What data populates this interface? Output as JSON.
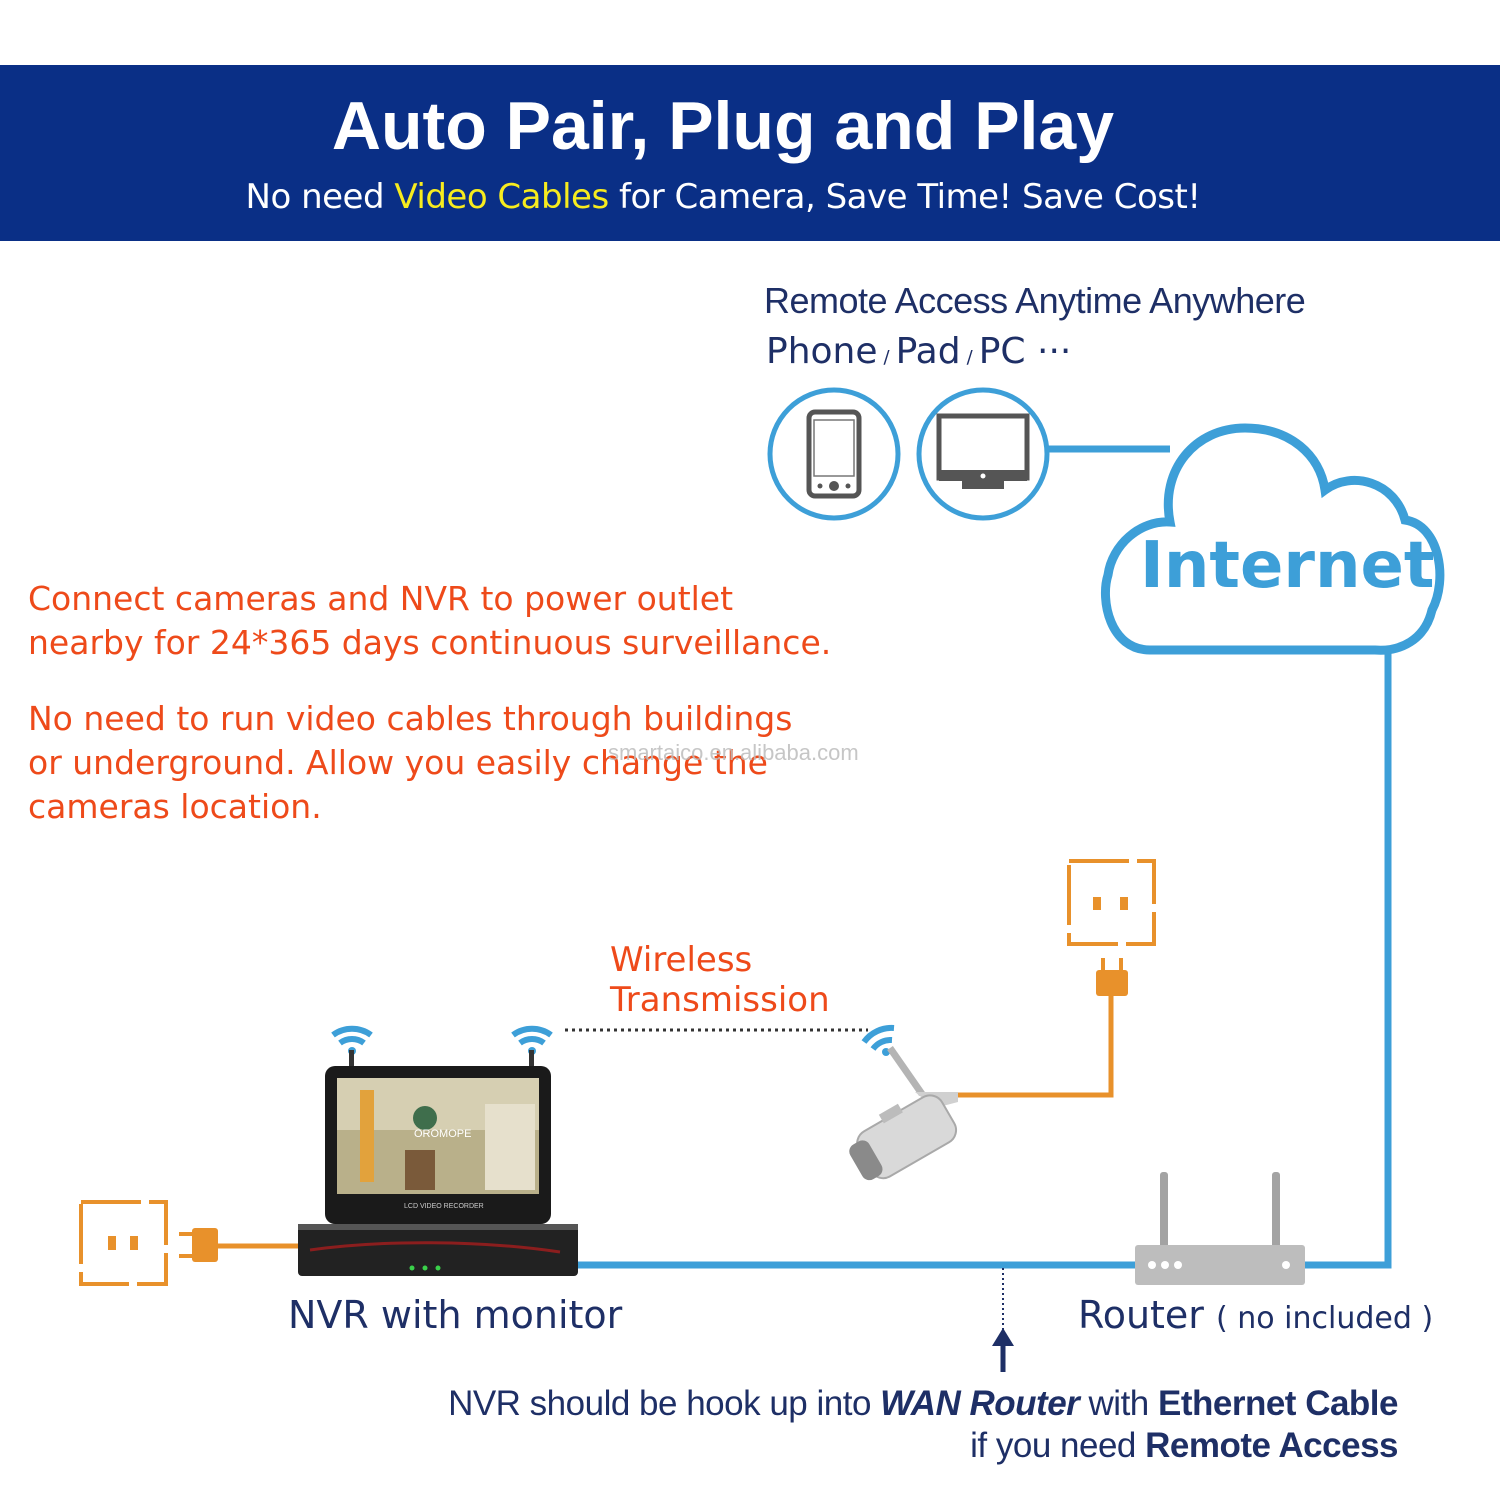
{
  "banner": {
    "title": "Auto Pair, Plug and Play",
    "subtitle_pre": "No need ",
    "subtitle_highlight": "Video Cables",
    "subtitle_post": " for Camera, Save Time! Save Cost!"
  },
  "remote": {
    "title": "Remote Access Anytime Anywhere",
    "device_phone": "Phone",
    "device_pad": "Pad",
    "device_pc": "PC",
    "separator": "/",
    "ellipsis": "···"
  },
  "internet": {
    "label": "Internet"
  },
  "description": {
    "line1": "Connect cameras and NVR to power outlet",
    "line2": "nearby for 24*365 days continuous surveillance.",
    "line3": "No need to run video cables through buildings",
    "line4": "or underground. Allow you easily change the",
    "line5": "cameras location."
  },
  "watermark": "smartaico.en.alibaba.com",
  "wireless": {
    "line1": "Wireless",
    "line2": "Transmission"
  },
  "nvr": {
    "label": "NVR with monitor",
    "screen_brand": "OROMOPE",
    "screen_caption": "LCD VIDEO RECORDER"
  },
  "router": {
    "label": "Router",
    "note": "( no included )"
  },
  "footer": {
    "l1_pre": "NVR should be hook up into ",
    "l1_wan": "WAN Router",
    "l1_mid": " with ",
    "l1_cable": "Ethernet Cable",
    "l2_pre": "if you need ",
    "l2_remote": "Remote Access"
  },
  "colors": {
    "banner": "#0a2f86",
    "highlight": "#f7ec1e",
    "cable_blue": "#3d9fd8",
    "power_orange": "#e8912b",
    "text_orange": "#ee4a1a",
    "text_navy": "#1e2f66"
  }
}
